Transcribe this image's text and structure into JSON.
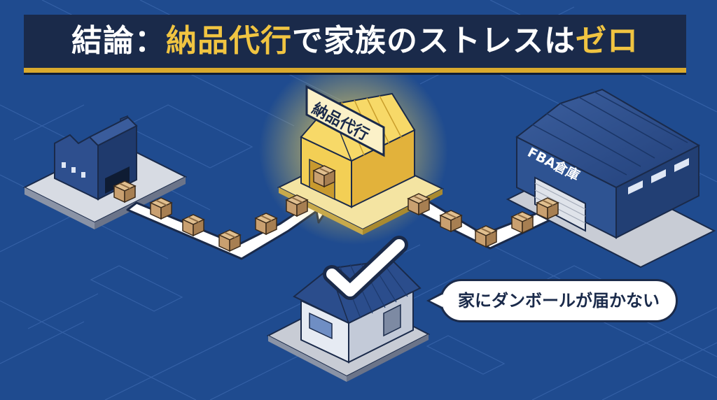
{
  "banner": {
    "prefix": "結論：",
    "highlight": "納品代行",
    "middle": "で家族のストレスは",
    "highlight_end": "ゼロ"
  },
  "nodes": {
    "factory": {
      "label": ""
    },
    "agency": {
      "sign": "納品代行"
    },
    "warehouse": {
      "sign": "FBA倉庫"
    },
    "home": {
      "label": ""
    }
  },
  "callout": {
    "text": "家にダンボールが届かない"
  },
  "colors": {
    "background": "#1f4b8f",
    "banner": "#1a2a4a",
    "accent_gold": "#f0c441",
    "arrow": "#ffffff",
    "box": "#c9a070"
  },
  "icons": {
    "factory": "factory-icon",
    "agency": "gold-warehouse-icon",
    "warehouse": "warehouse-icon",
    "home": "house-icon",
    "check": "checkmark-icon",
    "box": "cardboard-box-icon"
  }
}
